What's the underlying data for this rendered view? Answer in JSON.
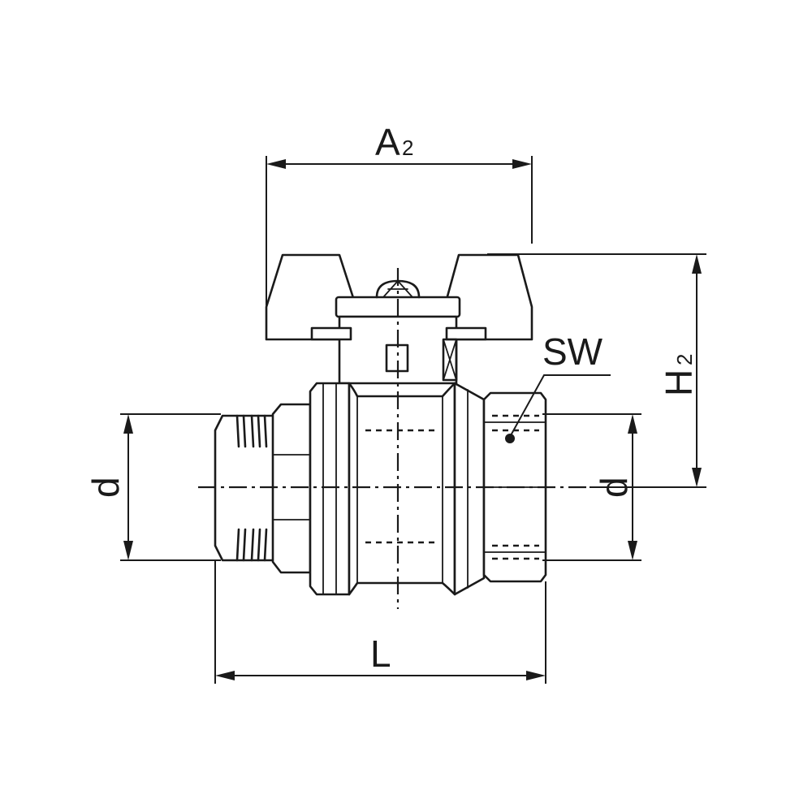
{
  "labels": {
    "a2_main": "A",
    "a2_sub": "2",
    "h2_main": "H",
    "h2_sub": "2",
    "sw": "SW",
    "d_left": "d",
    "d_right": "d",
    "l": "L"
  }
}
